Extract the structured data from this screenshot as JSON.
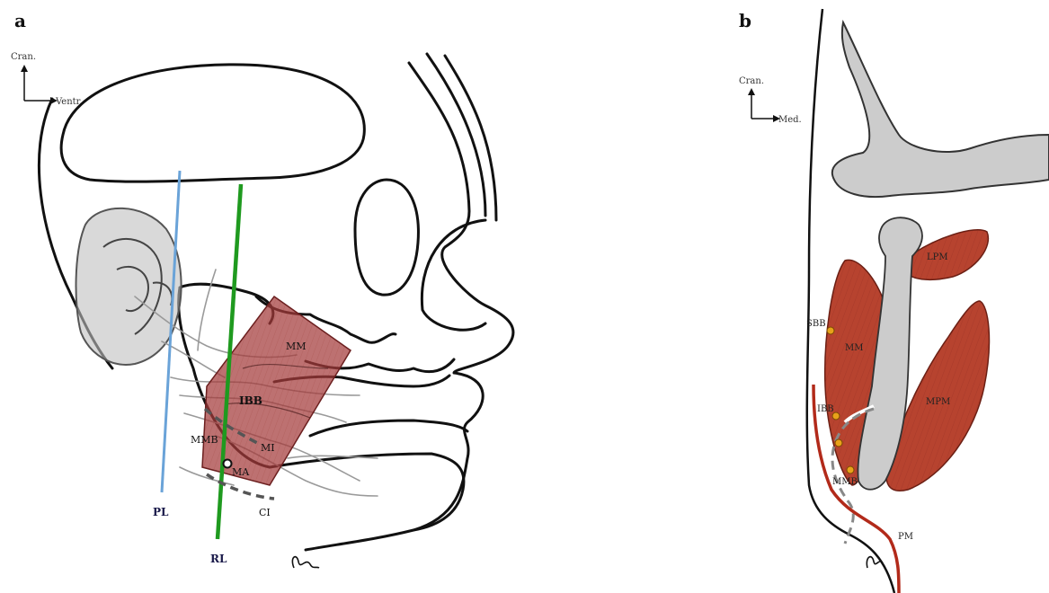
{
  "panels": {
    "a": {
      "letter": "a",
      "orientation": {
        "up": "Cran.",
        "right": "Ventr."
      },
      "labels": {
        "mm": "MM",
        "ibb": "IBB",
        "mmb": "MMB",
        "mi": "MI",
        "ma": "MA",
        "ci": "CI",
        "pl": "PL",
        "rl": "RL"
      },
      "colors": {
        "muscle": "#a33a3a",
        "pl_line": "#6aa3d8",
        "rl_line": "#1f9a1f"
      }
    },
    "b": {
      "letter": "b",
      "orientation": {
        "up": "Cran.",
        "right": "Med."
      },
      "labels": {
        "lpm": "LPM",
        "sbb": "SBB",
        "mm": "MM",
        "ibb": "IBB",
        "mpm": "MPM",
        "mmb": "MMB",
        "pm": "PM"
      },
      "colors": {
        "muscle": "#b7432f",
        "bone": "#cccccc",
        "nerve_dot": "#e8a21a",
        "pm_line": "#b22a1a"
      }
    }
  }
}
